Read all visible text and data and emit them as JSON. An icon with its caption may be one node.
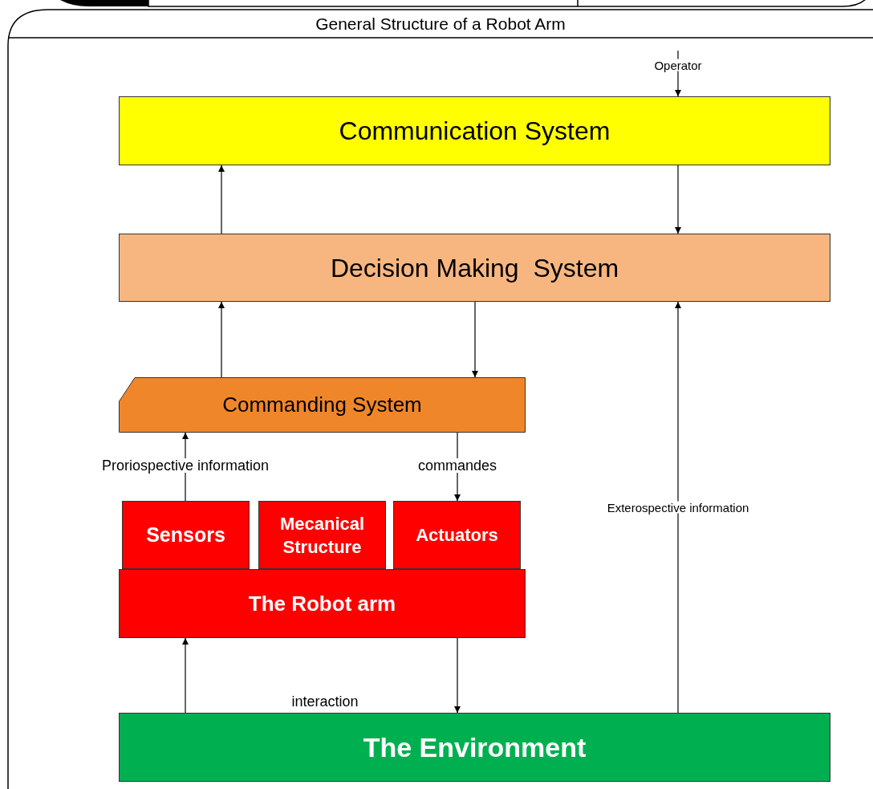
{
  "diagram": {
    "title": "General Structure of a Robot Arm",
    "nodes": [
      {
        "text": [
          "Communication System"
        ]
      },
      {
        "text": [
          "Decision Making  System"
        ]
      },
      {
        "text": [
          "Commanding System"
        ]
      },
      {
        "text": [
          "Sensors"
        ]
      },
      {
        "text": [
          "Mecanical Structure"
        ]
      },
      {
        "text": [
          "Actuators"
        ]
      },
      {
        "text": [
          "The Robot arm"
        ]
      },
      {
        "text": [
          "The Environment"
        ]
      }
    ],
    "edges": [
      {
        "from": 1,
        "to": 0,
        "arrow": "to"
      },
      {
        "from": 0,
        "to": 1,
        "arrow": "to"
      },
      {
        "from": 2,
        "to": 1,
        "arrow": "to"
      },
      {
        "from": 1,
        "to": 2,
        "arrow": "to"
      },
      {
        "from": 3,
        "to": 2,
        "arrow": "to",
        "label": "Proriospective information"
      },
      {
        "from": 2,
        "to": 5,
        "arrow": "to",
        "label": "commandes"
      },
      {
        "from": 7,
        "to": 6,
        "arrow": "to"
      },
      {
        "from": 6,
        "to": 7,
        "arrow": "to"
      },
      {
        "from": 7,
        "to": 1,
        "arrow": "to",
        "label": "Exterospective information"
      },
      {
        "from": null,
        "to": 0,
        "arrow": "to",
        "label": "Operator"
      }
    ],
    "labels": [
      "interaction"
    ]
  }
}
